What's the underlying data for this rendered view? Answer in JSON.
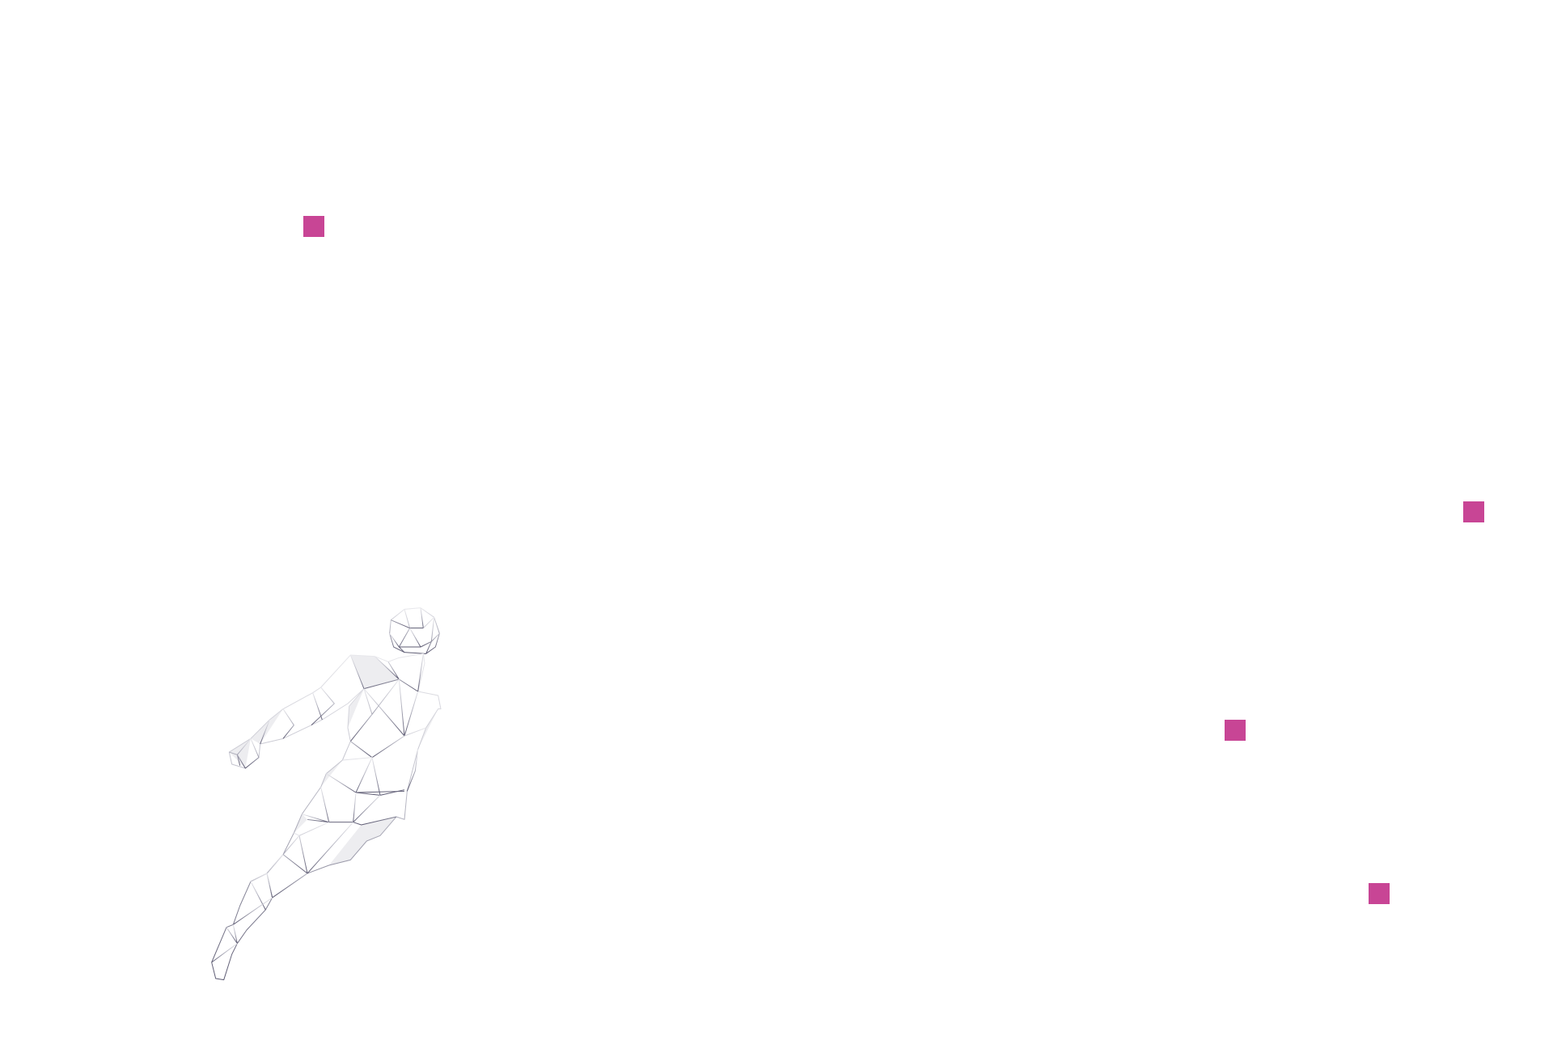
{
  "colors": {
    "background": "#ffffff",
    "marker": "#c84595",
    "wire_light": "#dcdce2",
    "wire_dark": "#5c5a72",
    "facet_shade": "#e6e6ea"
  },
  "markers": [
    {
      "id": "marker-1"
    },
    {
      "id": "marker-2"
    },
    {
      "id": "marker-3"
    },
    {
      "id": "marker-4"
    }
  ],
  "illustration": {
    "icon": "wireframe-human-figure-icon"
  }
}
